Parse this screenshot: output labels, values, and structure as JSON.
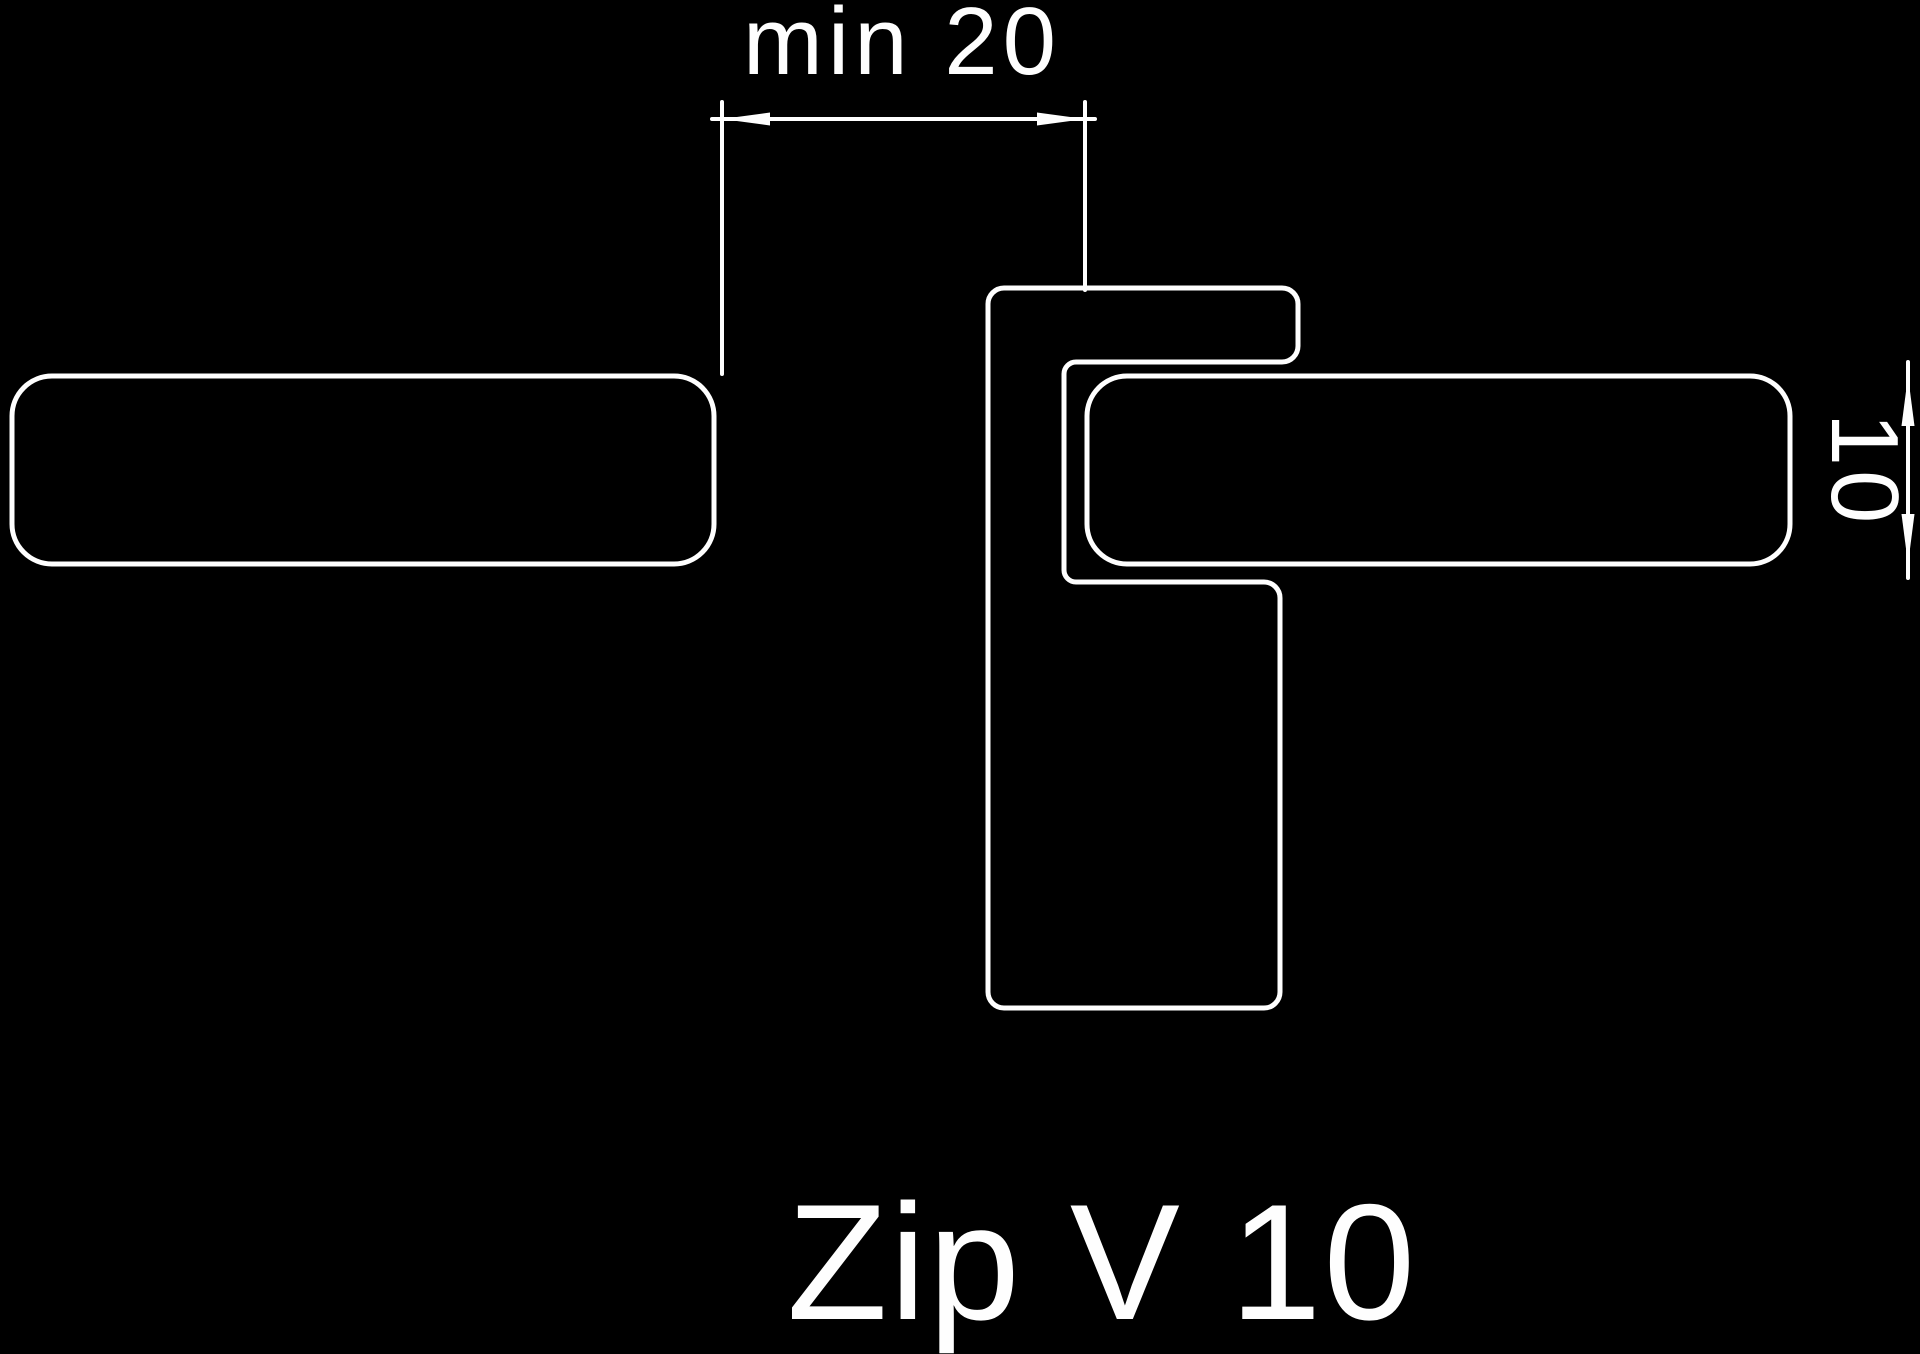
{
  "meta": {
    "colors": {
      "background_color": "#000000",
      "line_color": "#fefefe"
    }
  },
  "diagram": {
    "title": "Zip V 10",
    "dimension_top_label": "min 20",
    "dimension_right_label": "10"
  }
}
